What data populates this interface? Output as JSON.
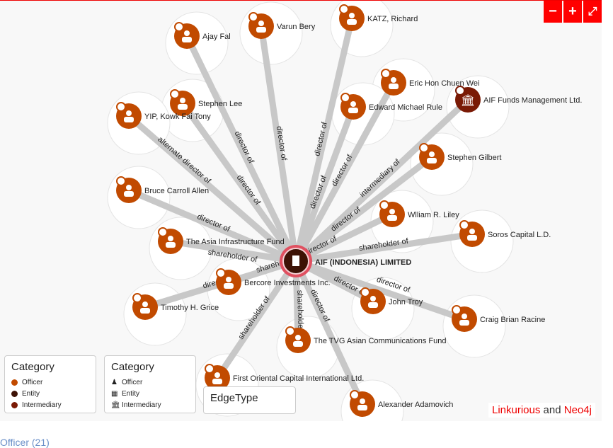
{
  "controls": {
    "zoom_out": "−",
    "zoom_in": "+",
    "fullscreen": "⤢"
  },
  "colors": {
    "officer": "#c14a00",
    "entity": "#3d1205",
    "intermediary": "#7a1a05",
    "accent": "#ff0000"
  },
  "center": {
    "label": "AIF (INDONESIA) LIMITED",
    "type": "entity"
  },
  "nodes": [
    {
      "label": "Ajay Fal",
      "type": "officer",
      "edge": "director of"
    },
    {
      "label": "Varun Bery",
      "type": "officer",
      "edge": "director of"
    },
    {
      "label": "KATZ, Richard",
      "type": "officer",
      "edge": "director of"
    },
    {
      "label": "Eric Hon Chuen Wei",
      "type": "officer",
      "edge": "director of"
    },
    {
      "label": "AIF Funds Management Ltd.",
      "type": "intermediary",
      "edge": "intermediary of"
    },
    {
      "label": "Edward Michael Rule",
      "type": "officer",
      "edge": "director of"
    },
    {
      "label": "Stephen Lee",
      "type": "officer",
      "edge": "director of"
    },
    {
      "label": "YIP, Kowk Fai Tony",
      "type": "officer",
      "edge": "alternate director of"
    },
    {
      "label": "Stephen Gilbert",
      "type": "officer",
      "edge": "director of"
    },
    {
      "label": "Bruce Carroll Allen",
      "type": "officer",
      "edge": "director of"
    },
    {
      "label": "Wlliam R. Liley",
      "type": "officer",
      "edge": "director of"
    },
    {
      "label": "Soros Capital L.D.",
      "type": "officer",
      "edge": "shareholder of"
    },
    {
      "label": "The Asia Infrastructure Fund",
      "type": "officer",
      "edge": "shareholder of"
    },
    {
      "label": "Bercore Investments Inc.",
      "type": "officer",
      "edge": "shareholder of"
    },
    {
      "label": "Timothy H. Grice",
      "type": "officer",
      "edge": "director of"
    },
    {
      "label": "John Troy",
      "type": "officer",
      "edge": "director of"
    },
    {
      "label": "Craig Brian Racine",
      "type": "officer",
      "edge": "director of"
    },
    {
      "label": "The TVG Asian Communications Fund",
      "type": "officer",
      "edge": "shareholder of"
    },
    {
      "label": "First Oriental Capital International Ltd.",
      "type": "officer",
      "edge": "shareholder of"
    },
    {
      "label": "Alexander Adamovich",
      "type": "officer",
      "edge": "director of"
    }
  ],
  "legend_color": {
    "title": "Category",
    "items": [
      "Officer",
      "Entity",
      "Intermediary"
    ]
  },
  "legend_icon": {
    "title": "Category",
    "items": [
      "Officer",
      "Entity",
      "Intermediary"
    ]
  },
  "legend_edge": {
    "title": "EdgeType"
  },
  "credit": {
    "a": "Linkurious",
    "and": "and",
    "b": "Neo4j"
  },
  "below": "Officer (21)"
}
